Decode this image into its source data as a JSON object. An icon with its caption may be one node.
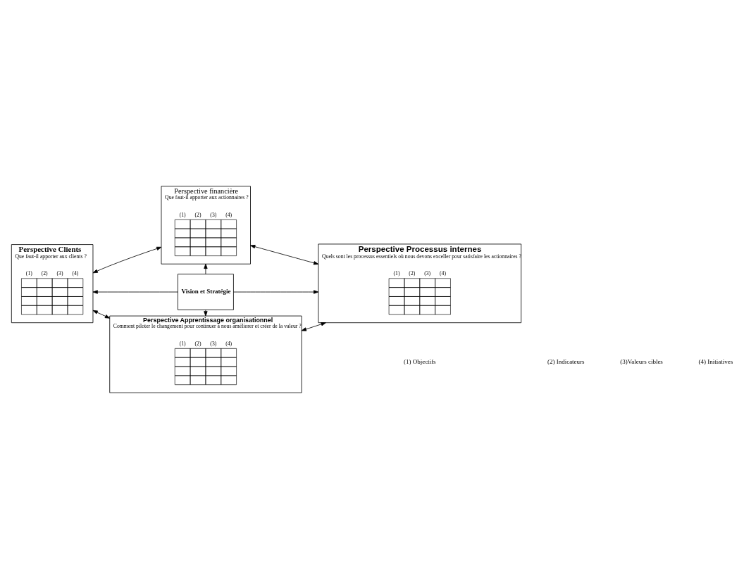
{
  "diagram": {
    "nodes": [
      {
        "text": [
          "Perspective financière",
          "Que faut-il apporter aux actionnaires ?"
        ]
      },
      {
        "text": [
          "(1)",
          "(2)",
          "(3)",
          "(4)"
        ],
        "in": 0
      },
      {
        "text": [
          "Perspective Clients",
          "Que faut-il apporter aux clients ?"
        ]
      },
      {
        "text": [
          "(1)",
          "(2)",
          "(3)",
          "(4)"
        ],
        "in": 2
      },
      {
        "text": [
          "Vision et Stratégie"
        ]
      },
      {
        "text": [
          "Perspective Processus internes",
          "Quels sont les processus essentiels où nous devons exceller pour satisfaire les actionnaires ?"
        ]
      },
      {
        "text": [
          "(1)",
          "(2)",
          "(3)",
          "(4)"
        ],
        "in": 5
      },
      {
        "text": [
          "Perspective Apprentissage organisationnel",
          "Comment piloter le changement pour continuer à nous améliorer et créer de la valeur ?"
        ]
      },
      {
        "text": [
          "(1)",
          "(2)",
          "(3)",
          "(4)"
        ],
        "in": 7
      }
    ],
    "edges": [
      {
        "from": 4,
        "to": 0,
        "arrow": "to"
      },
      {
        "from": 4,
        "to": 2,
        "arrow": "to"
      },
      {
        "from": 4,
        "to": 5,
        "arrow": "to"
      },
      {
        "from": 4,
        "to": 7,
        "arrow": "to"
      },
      {
        "from": 2,
        "to": 0,
        "arrow": "both"
      },
      {
        "from": 0,
        "to": 5,
        "arrow": "both"
      },
      {
        "from": 2,
        "to": 7,
        "arrow": "both"
      },
      {
        "from": 7,
        "to": 5,
        "arrow": "both"
      }
    ],
    "labels": [
      "(1) Objectifs",
      "(2) Indicateurs",
      "(3)Valeurs cibles",
      "(4) Initiatives"
    ]
  }
}
